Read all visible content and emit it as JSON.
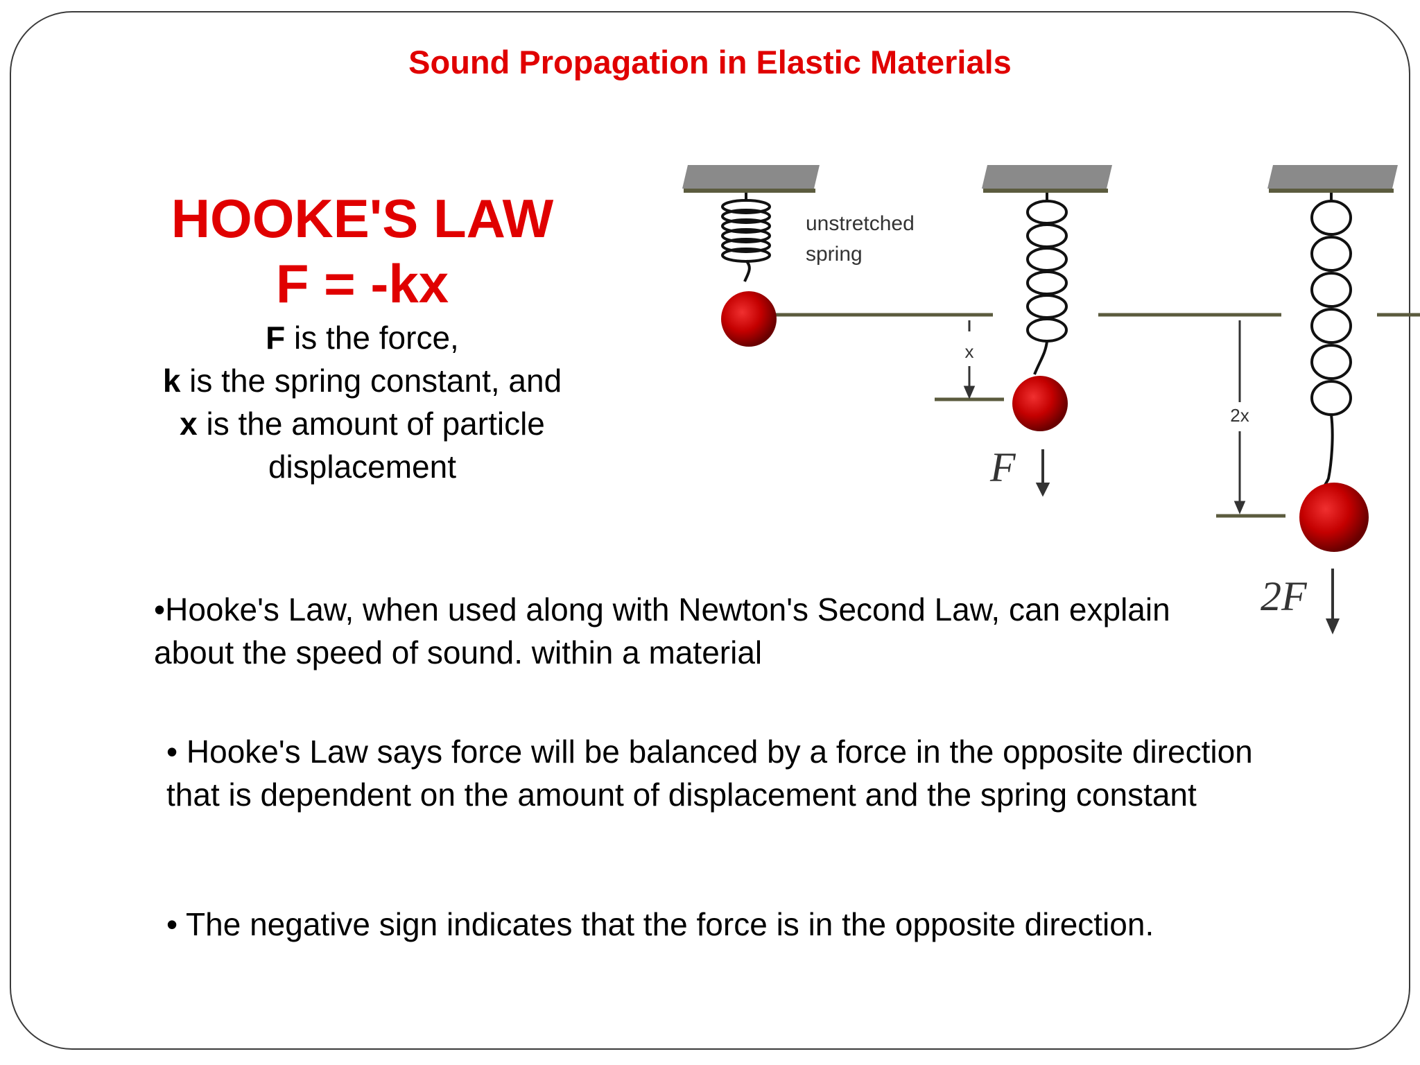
{
  "slide": {
    "title": "Sound Propagation in Elastic Materials"
  },
  "law": {
    "heading": "HOOKE'S LAW",
    "formula": "F = -kx",
    "definitions": [
      {
        "symbol": "F",
        "text": " is the force,"
      },
      {
        "symbol": "k",
        "text": " is the spring constant, and"
      },
      {
        "symbol": "x",
        "text": " is the amount of particle"
      },
      {
        "symbol": "",
        "text": "displacement"
      }
    ]
  },
  "diagram": {
    "label_unstretched_1": "unstretched",
    "label_unstretched_2": "spring",
    "label_x": "x",
    "label_2x": "2x",
    "label_F": "F",
    "label_2F": "2F",
    "colors": {
      "ball": "#c40000",
      "ceiling": "#8a8a8a",
      "line": "#5b5b3e"
    }
  },
  "bullets": [
    "•Hooke's Law, when used along with Newton's Second Law, can explain about the speed of sound. within a material",
    "• Hooke's Law says  force will be balanced by a force in the opposite direction that is dependent on the amount of displacement and the spring constant",
    "• The negative sign indicates that the force is in the opposite direction."
  ]
}
